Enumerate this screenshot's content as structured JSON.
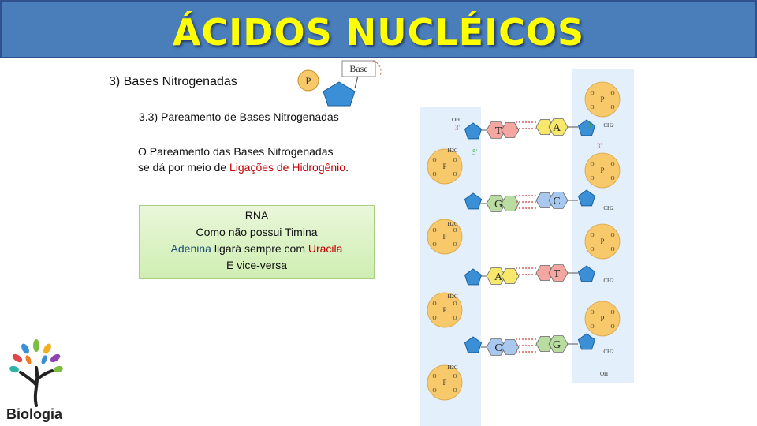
{
  "header": {
    "title": "ÁCIDOS NUCLÉICOS"
  },
  "section": {
    "title": "3) Bases Nitrogenadas"
  },
  "legend": {
    "phosphate": "P",
    "base": "Base"
  },
  "subsection": {
    "title": "3.3) Pareamento de Bases Nitrogenadas"
  },
  "paragraph": {
    "line1": "O Pareamento das Bases Nitrogenadas",
    "line2_prefix": "se dá por meio de ",
    "line2_highlight": "Ligações de Hidrogênio",
    "line2_suffix": "."
  },
  "rna_box": {
    "title": "RNA",
    "line1": "Como não possui Timina",
    "adenina": "Adenina",
    "middle": " ligará sempre com ",
    "uracila": "Uracila",
    "line3": "E vice-versa"
  },
  "dna_diagram": {
    "pairs": [
      {
        "left": "T",
        "right": "A"
      },
      {
        "left": "G",
        "right": "C"
      },
      {
        "left": "A",
        "right": "T"
      },
      {
        "left": "C",
        "right": "G"
      }
    ],
    "labels": {
      "left_top": "3'",
      "left_five": "5'",
      "right_top": "3'",
      "right_three": "3'",
      "oh": "OH",
      "ch2": "CH2",
      "h2c": "H2C",
      "p": "P",
      "o": "O"
    },
    "colors": {
      "T": "#f4a6a0",
      "A": "#f7e76a",
      "G": "#b9dca0",
      "C": "#a9c8f0",
      "sugar": "#3a8fd6",
      "phosphate": "#f7c96a",
      "backbone": "#e3f0fb"
    }
  },
  "logo": {
    "label": "Biologia"
  }
}
